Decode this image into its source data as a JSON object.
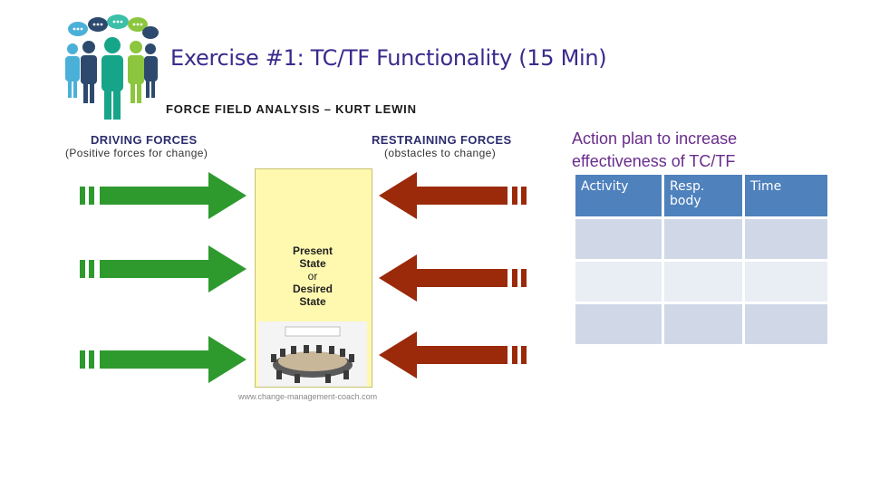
{
  "slide": {
    "title": "Exercise #1: TC/TF Functionality (15 Min)"
  },
  "diagram": {
    "heading": "FORCE FIELD ANALYSIS – KURT LEWIN",
    "driving": {
      "label": "DRIVING FORCES",
      "sublabel": "(Positive forces for change)",
      "color": "#2e9a2e"
    },
    "restraining": {
      "label": "RESTRAINING FORCES",
      "sublabel": "(obstacles to change)",
      "color": "#9b2a0a"
    },
    "state": {
      "line1": "Present",
      "line2": "State",
      "line3": "or",
      "line4": "Desired",
      "line5": "State"
    },
    "credit": "www.change-management-coach.com"
  },
  "action_plan": {
    "title": "Action plan to increase effectiveness of TC/TF",
    "columns": [
      "Activity",
      "Resp. body",
      "Time"
    ],
    "rows": [
      [
        "",
        "",
        ""
      ],
      [
        "",
        "",
        ""
      ],
      [
        "",
        "",
        ""
      ]
    ]
  }
}
